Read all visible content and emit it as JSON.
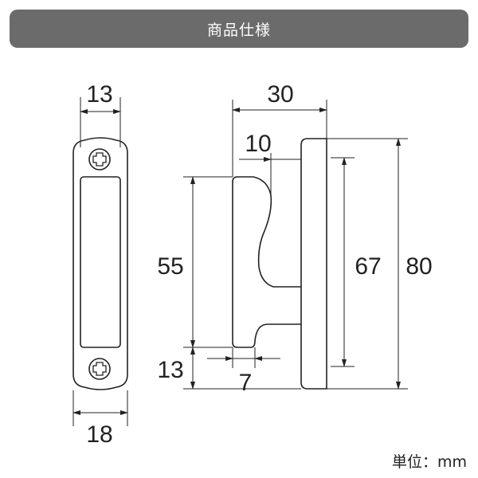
{
  "header": {
    "title": "商品仕様"
  },
  "dimensions": {
    "front_top_width": "13",
    "front_bottom_width": "18",
    "side_total_depth": "30",
    "hook_tip_depth": "10",
    "hook_height": "55",
    "hook_bottom_offset": "13",
    "hook_bottom_depth": "7",
    "screw_pitch": "67",
    "total_height": "80"
  },
  "unit_label": "単位：mm"
}
